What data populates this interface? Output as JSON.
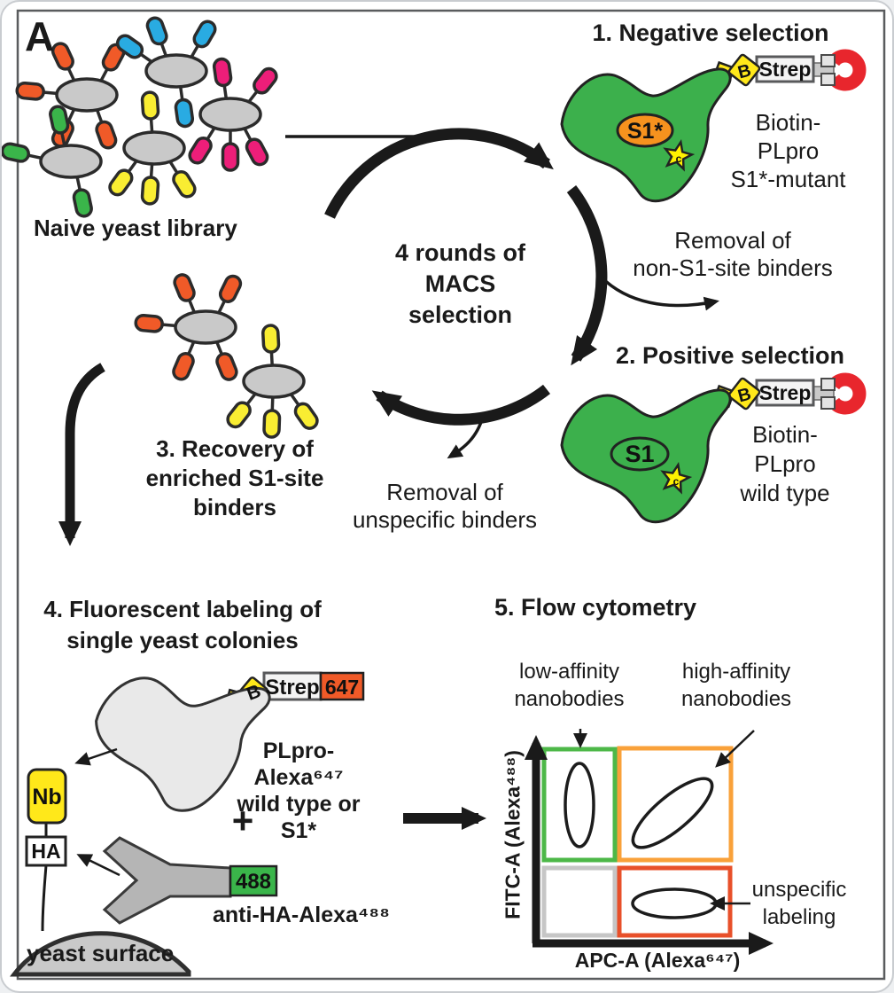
{
  "panel": {
    "label": "A"
  },
  "colors": {
    "plpro_green": "#3cb04c",
    "site_orange": "#f6921e",
    "biotin_yellow": "#ffe81a",
    "star_yellow": "#fff200",
    "magnet_red": "#e8262d",
    "cell_gray": "#c9c9c9",
    "blob_gray": "#e9e9e9",
    "nb_orange": "#f05a28",
    "nb_blue": "#29abe2",
    "nb_magenta": "#ed1e79",
    "nb_green": "#3ab54a",
    "nb_yellow": "#f9ed32",
    "dye647_orange": "#f05a28",
    "dye488_green": "#3ab54a",
    "gate_green": "#4db848",
    "gate_orange": "#f9a13a",
    "gate_gray": "#c6c6c6",
    "gate_red": "#e8502a",
    "antibody_gray": "#b5b5b5",
    "surface_gray": "#c9c9c9",
    "strep_fill": "#f4f4f4"
  },
  "library": {
    "caption": "Naive yeast library"
  },
  "cycle": {
    "caption": "4 rounds of\nMACS\nselection"
  },
  "step1": {
    "title": "1. Negative selection",
    "site_label": "S1*",
    "catalytic_label": "c",
    "biotin_label": "B",
    "strep_label": "Strep",
    "protein_caption": "Biotin-\nPLpro\nS1*-mutant",
    "removal_caption": "Removal of\nnon-S1-site binders"
  },
  "step2": {
    "title": "2. Positive selection",
    "site_label": "S1",
    "catalytic_label": "c",
    "biotin_label": "B",
    "strep_label": "Strep",
    "protein_caption": "Biotin-\nPLpro\nwild type",
    "removal_caption": "Removal of\nunspecific binders"
  },
  "step3": {
    "title": "3. Recovery of\nenriched S1-site\nbinders"
  },
  "step4": {
    "title": "4. Fluorescent labeling of\nsingle yeast colonies",
    "biotin_label": "B",
    "strep_label": "Strep",
    "dye647_label": "647",
    "protein_caption": "PLpro-Alexa⁶⁴⁷\nwild type or S1*",
    "plus_sign": "+",
    "nanobody_label": "Nb",
    "ha_label": "HA",
    "dye488_label": "488",
    "antibody_caption": "anti-HA-Alexa⁴⁸⁸",
    "surface_caption": "yeast surface"
  },
  "step5": {
    "title": "5. Flow cytometry",
    "low_affinity_caption": "low-affinity\nnanobodies",
    "high_affinity_caption": "high-affinity\nnanobodies",
    "unspecific_caption": "unspecific\nlabeling",
    "x_axis_label": "APC-A (Alexa⁶⁴⁷)",
    "y_axis_label": "FITC-A (Alexa⁴⁸⁸)"
  }
}
